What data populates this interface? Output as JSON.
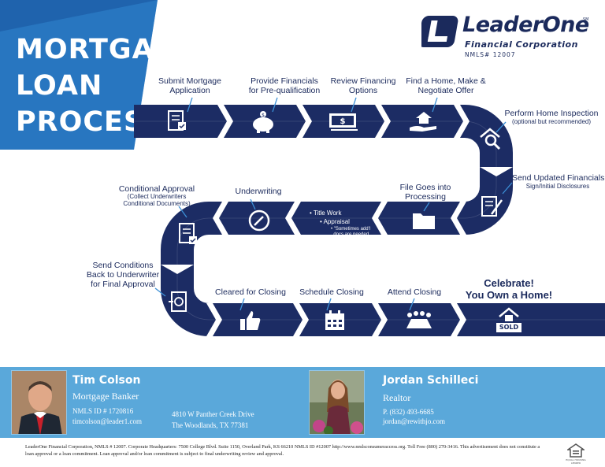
{
  "title": {
    "line1": "MORTGAGE",
    "line2": "LOAN",
    "line3": "PROCESS"
  },
  "brand": {
    "name": "LeaderOne",
    "tm": "SM",
    "subtitle": "Financial Corporation",
    "nmls": "NMLS# 12007",
    "logo_letter": "L"
  },
  "steps": {
    "s1": "Submit Mortgage\nApplication",
    "s2": "Provide Financials\nfor Pre-qualification",
    "s3": "Review Financing\nOptions",
    "s4": "Find a Home, Make &\nNegotiate Offer",
    "s5": "Perform Home Inspection",
    "s5_sub": "(optional but recommended)",
    "s6": "Send Updated Financials",
    "s6_sub": "Sign/Initial Disclosures",
    "s7": "File Goes into\nProcessing",
    "s8": "Underwriting",
    "s9": "Conditional Approval",
    "s9_sub": "(Collect Underwriters\nConditional Documents)",
    "s10": "Send Conditions\nBack to Underwriter\nfor Final Approval",
    "s11": "Cleared for Closing",
    "s12": "Schedule Closing",
    "s13": "Attend Closing",
    "s14": "Celebrate!\nYou Own a Home!"
  },
  "road_notes": {
    "n1": "• Title Work",
    "n2": "• Appraisal",
    "n3": "• \"Sometimes add'l\n  docs are needed"
  },
  "sold_sign": "SOLD",
  "agents": [
    {
      "name": "Tim Colson",
      "role": "Mortgage Banker",
      "id": "NMLS ID # 1720816",
      "email": "timcolson@leader1.com",
      "address1": "4810 W Panther Creek Drive",
      "address2": "The Woodlands, TX 77381"
    },
    {
      "name": "Jordan Schilleci",
      "role": "Realtor",
      "phone": "P. (832) 493-6685",
      "email": "jordan@rewithjo.com"
    }
  ],
  "disclaimer": "LeaderOne Financial Corporation, NMLS # 12007. Corporate Headquarters: 7500 College Blvd. Suite 1150, Overland Park, KS 66210 NMLS ID #12007 http://www.nmlsconsumeraccess.org. Toll Free (800) 270-3416. This advertisement does not constitute a loan approval or a loan commitment. Loan approval and/or loan commitment is subject to final underwriting review and approval.",
  "ehl": {
    "text": "EQUAL HOUSING LENDER"
  },
  "colors": {
    "navy": "#1b2a5c",
    "road": "#1c2c64",
    "sky": "#5aa8da",
    "title_blue": "#2f87cf"
  }
}
